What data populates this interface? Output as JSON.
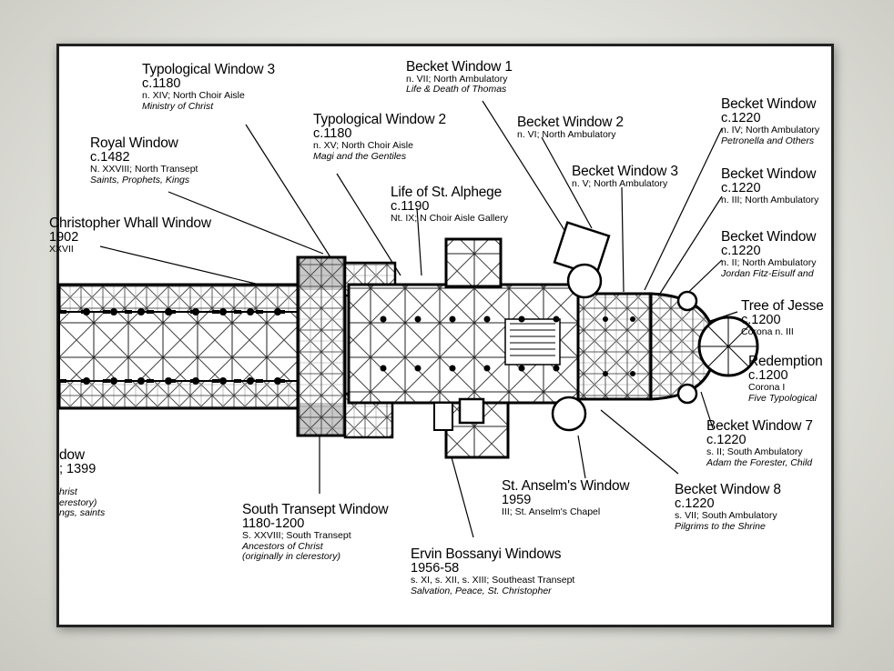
{
  "labels": {
    "typ3": {
      "title": "Typological Window 3",
      "date": "c.1180",
      "loc": "n. XIV; North Choir Aisle",
      "subject": "Ministry of Christ"
    },
    "typ2": {
      "title": "Typological Window 2",
      "date": "c.1180",
      "loc": "n. XV; North Choir Aisle",
      "subject": "Magi and the Gentiles"
    },
    "royal": {
      "title": "Royal Window",
      "date": "c.1482",
      "loc": "N. XXVIII; North Transept",
      "subject": "Saints, Prophets, Kings"
    },
    "whall": {
      "title": "Christopher Whall Window",
      "date": "1902",
      "loc": "XXVII"
    },
    "alphege": {
      "title": "Life of St. Alphege",
      "date": "c.1190",
      "loc": "Nt. IX; N Choir Aisle Gallery"
    },
    "becket1": {
      "title": "Becket Window 1",
      "loc": "n. VII; North Ambulatory",
      "subject": "Life & Death of Thomas"
    },
    "becket2": {
      "title": "Becket Window 2",
      "loc": "n. VI; North Ambulatory"
    },
    "becket3": {
      "title": "Becket Window 3",
      "loc": "n. V; North Ambulatory"
    },
    "becket4": {
      "title": "Becket Window",
      "date": "c.1220",
      "loc": "n. IV; North Ambulatory",
      "subject": "Petronella and Others"
    },
    "becket5": {
      "title": "Becket Window",
      "date": "c.1220",
      "loc": "n. III; North Ambulatory"
    },
    "becket6": {
      "title": "Becket Window",
      "date": "c.1220",
      "loc": "n. II; North Ambulatory",
      "subject": "Jordan Fitz-Eisulf and"
    },
    "jesse": {
      "title": "Tree of Jesse",
      "date": "c.1200",
      "loc": "Corona n. III"
    },
    "redemption": {
      "title": "Redemption",
      "date": "c.1200",
      "loc": "Corona I",
      "subject": "Five Typological"
    },
    "becket7": {
      "title": "Becket Window 7",
      "date": "c.1220",
      "loc": "s. II; South Ambulatory",
      "subject": "Adam the Forester, Child"
    },
    "becket8": {
      "title": "Becket Window 8",
      "date": "c.1220",
      "loc": "s. VII; South Ambulatory",
      "subject": "Pilgrims to the Shrine"
    },
    "anselm": {
      "title": "St. Anselm's Window",
      "date": "1959",
      "loc": "III; St. Anselm's Chapel"
    },
    "south": {
      "title": "South Transept Window",
      "date": "1180-1200",
      "loc": "S. XXVIII; South Transept",
      "subject1": "Ancestors of Christ",
      "subject2": "(originally in clerestory)"
    },
    "bossanyi": {
      "title": "Ervin Bossanyi Windows",
      "date": "1956-58",
      "loc": "s. XI, s. XII, s. XIII; Southeast Transept",
      "subject": "Salvation, Peace, St. Christopher"
    },
    "west": {
      "title": "dow",
      "date": "; 1399",
      "sub1": "hrist",
      "sub2": "erestory)",
      "sub3": "ngs, saints"
    }
  }
}
